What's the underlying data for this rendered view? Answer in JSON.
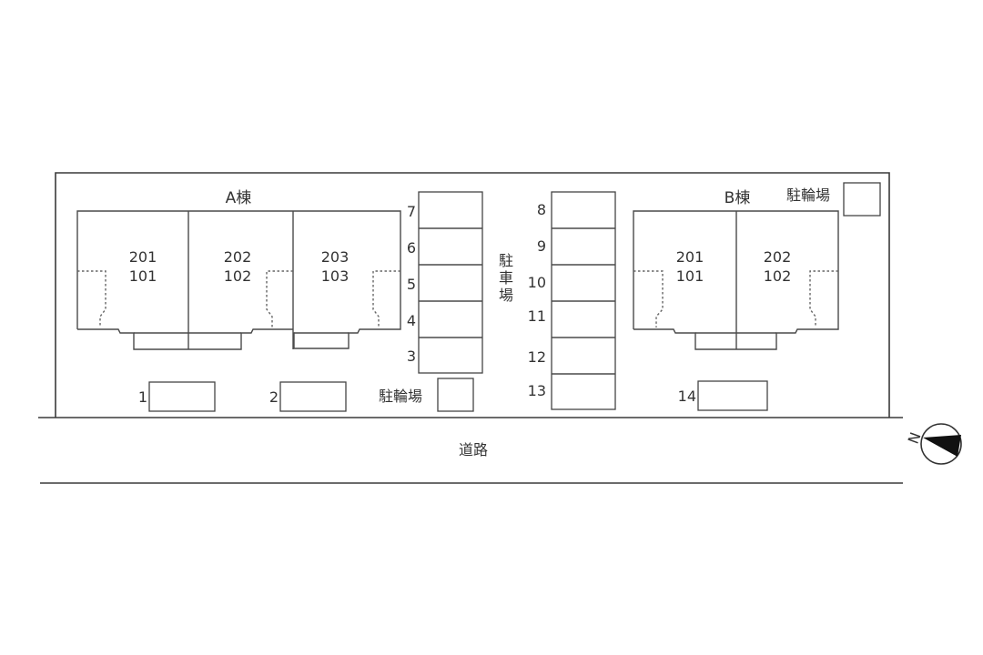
{
  "diagram": {
    "type": "site-plan",
    "road_label": "道路",
    "north_marker": "N",
    "building_a": {
      "label": "A棟",
      "units": [
        {
          "upper": "201",
          "lower": "101"
        },
        {
          "upper": "202",
          "lower": "102"
        },
        {
          "upper": "203",
          "lower": "103"
        }
      ]
    },
    "building_b": {
      "label": "B棟",
      "units": [
        {
          "upper": "201",
          "lower": "101"
        },
        {
          "upper": "202",
          "lower": "102"
        }
      ]
    },
    "parking_label_chars": [
      "駐",
      "車",
      "場"
    ],
    "bicycle_parking_label": "駐輪場",
    "parking_left_column": [
      "7",
      "6",
      "5",
      "4",
      "3"
    ],
    "parking_right_column": [
      "8",
      "9",
      "10",
      "11",
      "12",
      "13"
    ],
    "parking_front": [
      "1",
      "2",
      "14"
    ]
  }
}
